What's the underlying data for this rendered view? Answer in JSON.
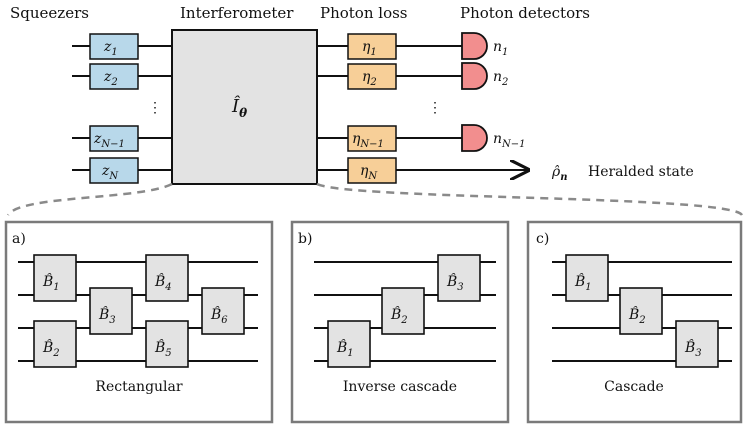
{
  "headers": {
    "squeezers": "Squeezers",
    "interferometer": "Interferometer",
    "photon_loss": "Photon loss",
    "photon_detectors": "Photon detectors"
  },
  "squeezers": [
    {
      "base": "z",
      "sub": "1"
    },
    {
      "base": "z",
      "sub": "2"
    },
    {
      "base": "z",
      "sub": "N−1"
    },
    {
      "base": "z",
      "sub": "N"
    }
  ],
  "losses": [
    {
      "base": "η",
      "sub": "1"
    },
    {
      "base": "η",
      "sub": "2"
    },
    {
      "base": "η",
      "sub": "N−1"
    },
    {
      "base": "η",
      "sub": "N"
    }
  ],
  "detectors": [
    {
      "base": "n",
      "sub": "1"
    },
    {
      "base": "n",
      "sub": "2"
    },
    {
      "base": "n",
      "sub": "N−1"
    }
  ],
  "interferometer_symbol": {
    "base": "Î",
    "sub": "θ"
  },
  "heralded": {
    "symbol": "ρ̂",
    "sub": "n",
    "label": "Heralded state"
  },
  "ellipsis": "⋮",
  "panels": [
    {
      "tag": "a)",
      "caption": "Rectangular",
      "blocks": [
        {
          "sub": "1"
        },
        {
          "sub": "2"
        },
        {
          "sub": "3"
        },
        {
          "sub": "4"
        },
        {
          "sub": "5"
        },
        {
          "sub": "6"
        }
      ]
    },
    {
      "tag": "b)",
      "caption": "Inverse cascade",
      "blocks": [
        {
          "sub": "1"
        },
        {
          "sub": "2"
        },
        {
          "sub": "3"
        }
      ]
    },
    {
      "tag": "c)",
      "caption": "Cascade",
      "blocks": [
        {
          "sub": "1"
        },
        {
          "sub": "2"
        },
        {
          "sub": "3"
        }
      ]
    }
  ],
  "beamsplitter_symbol": "B̂"
}
